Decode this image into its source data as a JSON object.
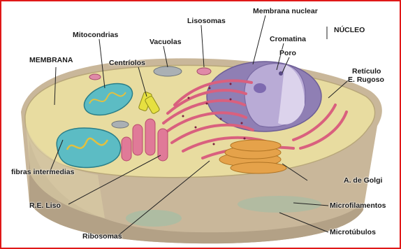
{
  "labels": {
    "membrana": "MEMBRANA",
    "mitocondrias": "Mitocondrias",
    "centriolos": "Centríolos",
    "vacuolas": "Vacuolas",
    "lisosomas": "Lisosomas",
    "membrana_nuclear": "Membrana nuclear",
    "nucleo": "NÚCLEO",
    "cromatina": "Cromatina",
    "poro": "Poro",
    "reticulo_rugoso_1": "Retículo",
    "reticulo_rugoso_2": "E. Rugoso",
    "fibras_intermedias": "fibras intermedias",
    "re_liso": "R.E. Liso",
    "a_golgi": "A. de Golgi",
    "microfilamentos": "Microfilamentos",
    "microtubulos": "Microtúbulos",
    "ribosomas": "Ribosomas"
  },
  "colors": {
    "cytoplasm": "#e8dca0",
    "cell_wall": "#c9b79a",
    "er": "#d9607e",
    "nucleus": "#a99ac9",
    "mitochondria": "#5cbcc4",
    "golgi": "#e5a24a",
    "border": "#e01818"
  }
}
